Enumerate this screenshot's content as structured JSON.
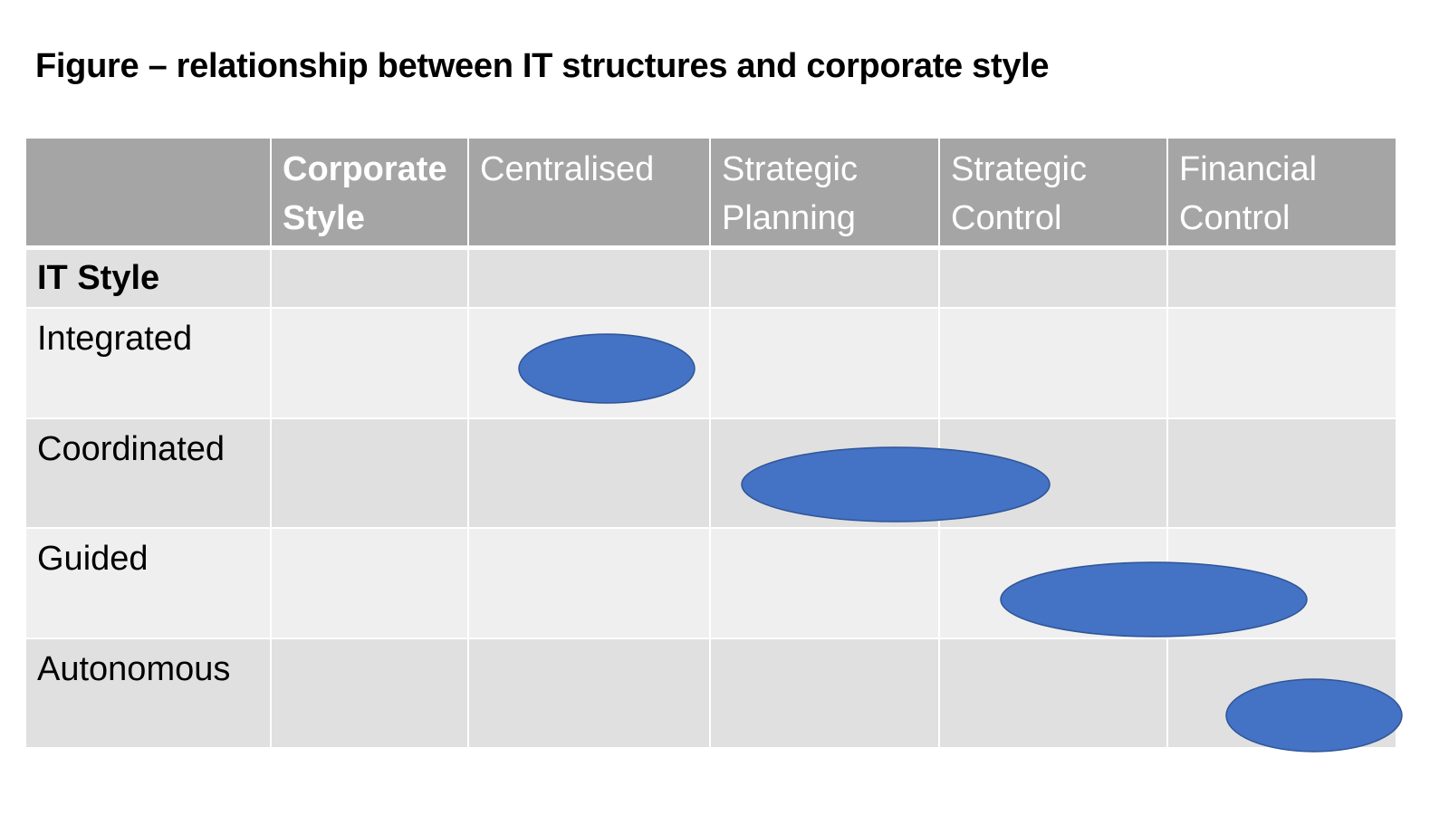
{
  "title": "Figure – relationship between IT structures and corporate style",
  "header": {
    "corner": "",
    "corporate_style_line1": "Corporate",
    "corporate_style_line2": "Style",
    "columns": [
      {
        "line1": "Centralised",
        "line2": ""
      },
      {
        "line1": "Strategic",
        "line2": "Planning"
      },
      {
        "line1": "Strategic",
        "line2": "Control"
      },
      {
        "line1": "Financial",
        "line2": "Control"
      }
    ]
  },
  "it_style_label": "IT Style",
  "rows": [
    {
      "label": "Integrated",
      "matches": [
        "Centralised"
      ]
    },
    {
      "label": "Coordinated",
      "matches": [
        "Strategic Planning",
        "Strategic Control"
      ]
    },
    {
      "label": "Guided",
      "matches": [
        "Strategic Control",
        "Financial Control"
      ]
    },
    {
      "label": "Autonomous",
      "matches": [
        "Financial Control"
      ]
    }
  ],
  "colors": {
    "header_bg": "#a5a5a5",
    "row_dark": "#e0e0e0",
    "row_light": "#efefef",
    "marker_fill": "#4472c4"
  }
}
